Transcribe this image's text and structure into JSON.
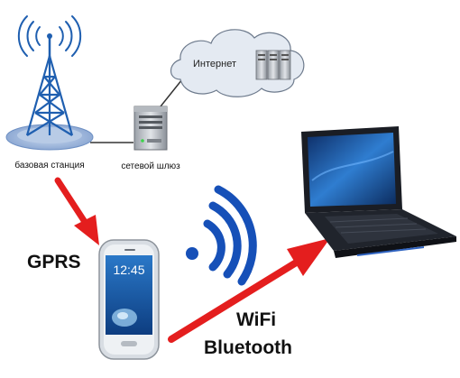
{
  "diagram": {
    "labels": {
      "base_station": "базовая станция",
      "gateway": "сетевой шлюз",
      "internet": "Интернет",
      "gprs": "GPRS",
      "wifi": "WiFi",
      "bluetooth": "Bluetooth"
    },
    "phone": {
      "clock": "12:45"
    },
    "colors": {
      "arrow": "#e41e1e",
      "tower": "#1f5fb0",
      "signal": "#1650b8",
      "cloud": "#e4eaf2",
      "laptop_body": "#1a1d24",
      "laptop_screen": "#1e5fa8",
      "phone_body": "#d8dde3"
    }
  }
}
